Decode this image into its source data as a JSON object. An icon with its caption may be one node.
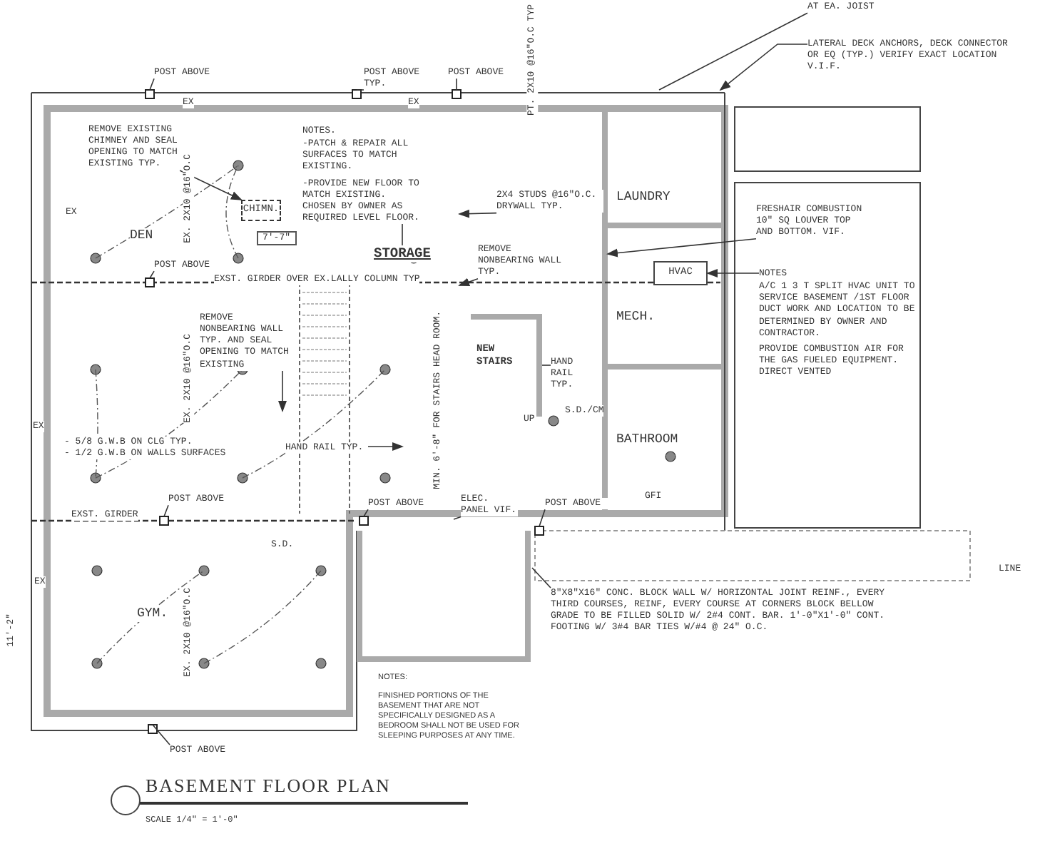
{
  "diagram": {
    "title": "BASEMENT FLOOR PLAN",
    "caption": "SCALE 1/4\" = 1'-0\"",
    "nodes": [
      {
        "text": [
          "DEN"
        ]
      },
      {
        "text": [
          "STORAGE"
        ]
      },
      {
        "text": [
          "LAUNDRY"
        ]
      },
      {
        "text": [
          "HVAC"
        ]
      },
      {
        "text": [
          "MECH."
        ]
      },
      {
        "text": [
          "BATHROOM"
        ]
      },
      {
        "text": [
          "GYM."
        ]
      },
      {
        "text": [
          "NEW STAIRS"
        ]
      },
      {
        "text": [
          "CHIMN."
        ]
      },
      {
        "text": [
          "REMOVE EXISTING CHIMNEY AND SEAL OPENING TO MATCH EXISTING TYP."
        ]
      },
      {
        "text": [
          "NOTES.",
          "-PATCH & REPAIR ALL SURFACES TO MATCH EXISTING.",
          "-PROVIDE NEW FLOOR TO MATCH EXISTING. CHOSEN BY OWNER AS REQUIRED LEVEL FLOOR."
        ]
      },
      {
        "text": [
          "2X4 STUDS @16\"O.C. DRYWALL TYP."
        ]
      },
      {
        "text": [
          "REMOVE NONBEARING WALL TYP."
        ]
      },
      {
        "text": [
          "REMOVE NONBEARING WALL TYP. AND SEAL OPENING TO MATCH EXISTING"
        ]
      },
      {
        "text": [
          "HAND RAIL TYP."
        ]
      },
      {
        "text": [
          "HAND RAIL TYP."
        ]
      },
      {
        "text": [
          "FRESHAIR COMBUSTION 10\" SQ LOUVER TOP AND BOTTOM. VIF."
        ]
      },
      {
        "text": [
          "NOTES",
          "A/C 1 3 T SPLIT HVAC UNIT TO SERVICE BASEMENT /1ST FLOOR DUCT WORK AND LOCATION TO BE DETERMINED BY OWNER AND CONTRACTOR.",
          "PROVIDE COMBUSTION AIR FOR THE GAS FUELED EQUIPMENT. DIRECT VENTED"
        ]
      },
      {
        "text": [
          "LATERAL DECK ANCHORS, DECK CONNECTOR OR EQ (TYP.) VERIFY EXACT LOCATION V.I.F."
        ]
      },
      {
        "text": [
          "8\"X8\"X16\" CONC. BLOCK WALL W/ HORIZONTAL JOINT REINF., EVERY THIRD COURSES, REINF, EVERY COURSE AT CORNERS BLOCK BELLOW GRADE TO BE FILLED SOLID W/ 2#4 CONT. BAR. 1'-0\"X1'-0\" CONT. FOOTING W/ 3#4 BAR TIES W/#4 @ 24\" O.C."
        ]
      },
      {
        "text": [
          "ELEC. PANEL VIF."
        ]
      },
      {
        "text": [
          "POST ABOVE"
        ]
      },
      {
        "text": [
          "POST ABOVE TYP."
        ]
      },
      {
        "text": [
          "POST ABOVE"
        ]
      },
      {
        "text": [
          "POST ABOVE"
        ]
      },
      {
        "text": [
          "POST ABOVE"
        ]
      },
      {
        "text": [
          "POST ABOVE"
        ]
      },
      {
        "text": [
          "POST ABOVE"
        ]
      },
      {
        "text": [
          "POST ABOVE"
        ]
      },
      {
        "text": [
          "AT EA. JOIST"
        ]
      }
    ],
    "edges": [
      {
        "from": 9,
        "to": 8,
        "arrow": "to"
      },
      {
        "from": 10,
        "to": 1,
        "arrow": "none"
      },
      {
        "from": 11,
        "to": null,
        "arrow": "to"
      },
      {
        "from": 12,
        "to": null,
        "arrow": "to"
      },
      {
        "from": 13,
        "to": null,
        "arrow": "to"
      },
      {
        "from": 14,
        "to": null,
        "arrow": "to"
      },
      {
        "from": 15,
        "to": null,
        "arrow": "none"
      },
      {
        "from": 16,
        "to": null,
        "arrow": "to"
      },
      {
        "from": 17,
        "to": 3,
        "arrow": "to"
      },
      {
        "from": 18,
        "to": null,
        "arrow": "to"
      },
      {
        "from": 19,
        "to": null,
        "arrow": "none"
      },
      {
        "from": 20,
        "to": null,
        "arrow": "none"
      },
      {
        "from": 21,
        "to": null,
        "arrow": "none"
      },
      {
        "from": 22,
        "to": null,
        "arrow": "none"
      },
      {
        "from": 23,
        "to": null,
        "arrow": "none"
      },
      {
        "from": 24,
        "to": null,
        "arrow": "none"
      },
      {
        "from": 25,
        "to": null,
        "arrow": "none"
      },
      {
        "from": 26,
        "to": null,
        "arrow": "none"
      },
      {
        "from": 27,
        "to": null,
        "arrow": "none"
      },
      {
        "from": 28,
        "to": null,
        "arrow": "none"
      },
      {
        "from": 29,
        "to": null,
        "arrow": "none"
      }
    ],
    "labels": [
      "PT. 2X10 @16\"O.C TYP",
      "EX",
      "EX",
      "EX",
      "EX",
      "EX",
      "7'-7\"",
      "EX. 2X10 @16\"O.C",
      "EXST. GIRDER OVER EX.LALLY COLUMN TYP",
      "EX. 2X10 @16\"O.C",
      "- 5/8 G.W.B ON CLG TYP.",
      "- 1/2 G.W.B ON WALLS SURFACES",
      "MIN. 6'-8\" FOR STAIRS HEAD ROOM.",
      "UP",
      "S.D./CM",
      "EXST. GIRDER",
      "GFI",
      "S.D.",
      "EX. 2X10 @16\"O.C",
      "11'-2\"",
      "LINE",
      "NOTES:",
      "FINISHED PORTIONS OF THE BASEMENT THAT ARE NOT SPECIFICALLY DESIGNED AS A BEDROOM SHALL NOT BE USED FOR SLEEPING PURPOSES AT ANY TIME."
    ]
  }
}
